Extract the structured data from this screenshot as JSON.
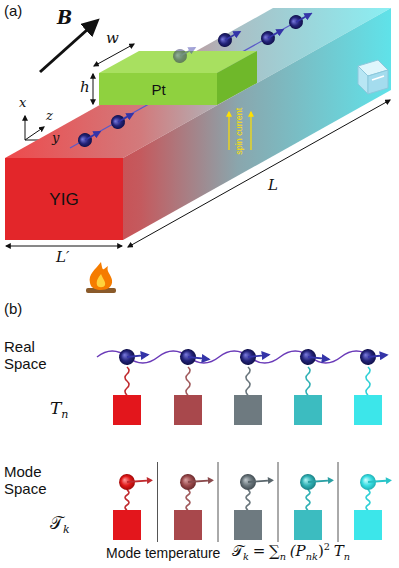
{
  "diagram": {
    "nodes": [
      {
        "text": [
          "Pt"
        ]
      },
      {
        "text": [
          "YIG"
        ]
      }
    ],
    "labels": [
      "(a)",
      "B",
      "w",
      "h",
      "x",
      "z",
      "y",
      "spin current",
      "L′",
      "L",
      "(b)",
      "Real Space",
      "T",
      "n",
      "Mode Space",
      "𝒯",
      "k",
      "Mode temperature",
      "𝒯",
      "k",
      "=",
      "∑",
      "n",
      "(P",
      "nk",
      ")",
      "2",
      "T",
      "n"
    ]
  }
}
